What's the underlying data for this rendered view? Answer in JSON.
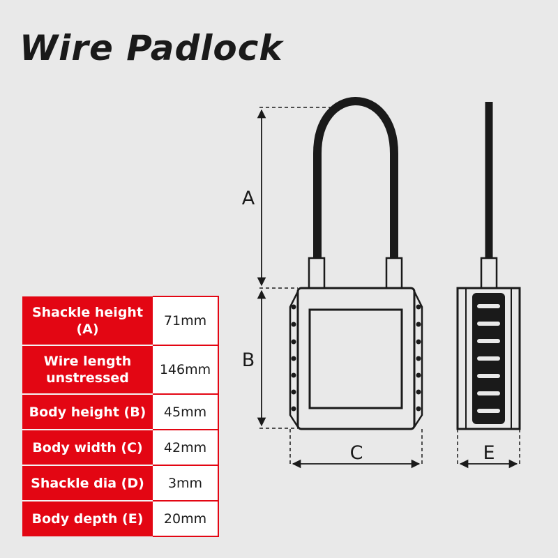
{
  "title": "Wire Padlock",
  "specs": [
    {
      "label": "Shackle height (A)",
      "value": "71mm"
    },
    {
      "label": "Wire length unstressed",
      "value": "146mm"
    },
    {
      "label": "Body height (B)",
      "value": "45mm"
    },
    {
      "label": "Body width (C)",
      "value": "42mm"
    },
    {
      "label": "Shackle dia (D)",
      "value": "3mm"
    },
    {
      "label": "Body depth (E)",
      "value": "20mm"
    }
  ],
  "dimension_labels": {
    "a": "A",
    "b": "B",
    "c": "C",
    "e": "E"
  },
  "colors": {
    "accent": "#e30613",
    "background": "#e9e9e9",
    "ink": "#1a1a1a"
  }
}
